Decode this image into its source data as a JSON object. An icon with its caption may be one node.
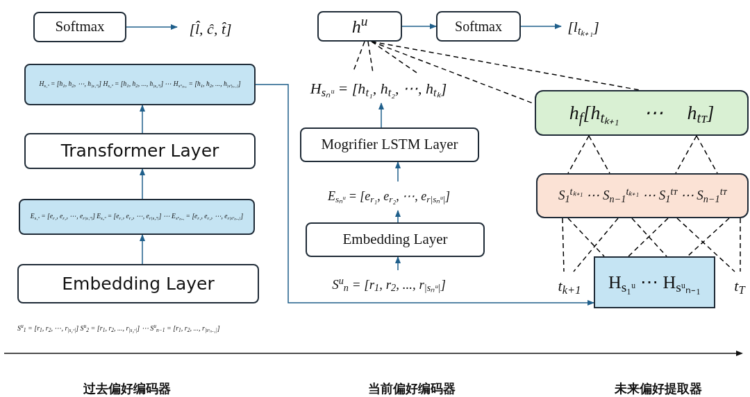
{
  "diagram": {
    "nodes": [
      {
        "text": [
          "Softmax"
        ]
      },
      {
        "text": [
          "[l̂,  ĉ,  t̂]"
        ]
      },
      {
        "text": [
          "H$_{s₁ᵘ}$ = [h$_{1}$, h$_{2}$, ⋯, h$_{|s₁ᵘ|}$] H$_{s₂ᵘ}$ = [h$_{1}$, h$_{2}$, ..., h$_{|s₂ᵘ|}$] ⋯ H$_{sᵘₙ₋₁}$ = [h$_{1}$, h$_{2}$, ..., h$_{|sᵘₙ₋₁|}$]"
        ]
      },
      {
        "text": [
          "Transformer Layer"
        ]
      },
      {
        "text": [
          "E$_{s₁ᵘ}$ = [e$_{r₁}$, e$_{r₂}$, ⋯, e$_{r|s₁ᵘ|}$] E$_{s₂ᵘ}$ = [e$_{r₁}$, e$_{r₂}$, ⋯, e$_{r|s₂ᵘ|}$] ⋯ E$_{sᵘₙ₋₁}$ = [e$_{r₁}$, e$_{r₂}$, ⋯, e$_{r|sᵘₙ₋₁|}$]"
        ]
      },
      {
        "text": [
          "Embedding Layer"
        ]
      },
      {
        "text": [
          "h$^{u}$"
        ]
      },
      {
        "text": [
          "Softmax"
        ]
      },
      {
        "text": [
          "[l$_{tₖ₊₁}$]"
        ]
      },
      {
        "text": [
          "H$_{sₙᵘ}$ = [h$_{t₁}$, h$_{t₂}$, ⋯, h$_{tₖ}$]"
        ]
      },
      {
        "text": [
          "Mogrifier LSTM Layer"
        ]
      },
      {
        "text": [
          "E$_{sₙᵘ}$ = [e$_{r₁}$, e$_{r₂}$, ⋯, e$_{r|sₙᵘ|}$]"
        ]
      },
      {
        "text": [
          "Embedding Layer"
        ]
      },
      {
        "text": [
          "S$^{u}$$_{n}$ = [r$_{1}$, r$_{2}$, ..., r$_{|sₙᵘ|}$]"
        ]
      },
      {
        "text": [
          "h$_{f}$[h$_{tₖ₊₁}$ ⋯ h$_{tᴛ}$]"
        ]
      },
      {
        "text": [
          "S$_{1}$$^{tₖ₊₁}$ ⋯ S$_{n−1}$$^{tₖ₊₁}$ ⋯ S$_{1}$$^{tᴛ}$ ⋯ S$_{n−1}$$^{tᴛ}$"
        ]
      },
      {
        "text": [
          "H$_{s₁ᵘ}$ ⋯ H$_{sᵘₙ₋₁}$"
        ]
      },
      {
        "text": [
          "t$_{k+1}$"
        ]
      },
      {
        "text": [
          "t$_{T}$"
        ]
      }
    ],
    "edges": [
      {
        "from": 0,
        "to": 1,
        "arrow": "to",
        "color": "#1f5f8b"
      },
      {
        "from": 3,
        "to": 2,
        "arrow": "to",
        "color": "#1f5f8b"
      },
      {
        "from": 4,
        "to": 3,
        "arrow": "to",
        "color": "#1f5f8b"
      },
      {
        "from": 5,
        "to": 4,
        "arrow": "to",
        "color": "#1f5f8b"
      },
      {
        "from": 6,
        "to": 7,
        "arrow": "to",
        "color": "#1f5f8b"
      },
      {
        "from": 7,
        "to": 8,
        "arrow": "to",
        "color": "#1f5f8b"
      },
      {
        "from": 10,
        "to": 9,
        "arrow": "to",
        "color": "#1f5f8b"
      },
      {
        "from": 11,
        "to": 10,
        "arrow": "to",
        "color": "#1f5f8b"
      },
      {
        "from": 12,
        "to": 11,
        "arrow": "to",
        "color": "#1f5f8b"
      },
      {
        "from": 13,
        "to": 12,
        "arrow": "to",
        "color": "#1f5f8b"
      },
      {
        "from": 2,
        "to": 16,
        "arrow": "to",
        "color": "#1f5f8b"
      },
      {
        "from": 6,
        "to": 9,
        "arrow": "none",
        "style": "dashed"
      },
      {
        "from": 6,
        "to": 9,
        "arrow": "none",
        "style": "dashed"
      },
      {
        "from": 6,
        "to": 9,
        "arrow": "none",
        "style": "dashed"
      },
      {
        "from": 6,
        "to": 14,
        "arrow": "none",
        "style": "dashed"
      },
      {
        "from": 6,
        "to": 14,
        "arrow": "none",
        "style": "dashed"
      },
      {
        "from": 14,
        "to": 15,
        "arrow": "none",
        "style": "dashed"
      },
      {
        "from": 14,
        "to": 15,
        "arrow": "none",
        "style": "dashed"
      },
      {
        "from": 14,
        "to": 15,
        "arrow": "none",
        "style": "dashed"
      },
      {
        "from": 14,
        "to": 15,
        "arrow": "none",
        "style": "dashed"
      },
      {
        "from": 15,
        "to": 17,
        "arrow": "none",
        "style": "dashed"
      },
      {
        "from": 15,
        "to": 16,
        "arrow": "none",
        "style": "dashed"
      },
      {
        "from": 15,
        "to": 17,
        "arrow": "none",
        "style": "dashed"
      },
      {
        "from": 15,
        "to": 16,
        "arrow": "none",
        "style": "dashed"
      },
      {
        "from": 15,
        "to": 16,
        "arrow": "none",
        "style": "dashed"
      },
      {
        "from": 15,
        "to": 18,
        "arrow": "none",
        "style": "dashed"
      },
      {
        "from": 15,
        "to": 16,
        "arrow": "none",
        "style": "dashed"
      },
      {
        "from": 15,
        "to": 18,
        "arrow": "none",
        "style": "dashed"
      }
    ],
    "labels": [
      "S$^{u}$$_{1}$ = [r$_{1}$, r$_{2}$, ⋯, r$_{|s₁ᵘ|}$] S$^{u}$$_{2}$ = [r$_{1}$, r$_{2}$, ..., r$_{|s₂ᵘ|}$] ⋯ S$^{u}$$_{n−1}$ = [r$_{1}$, r$_{2}$, ..., r$_{|sᵘₙ₋₁|}$]",
      "过去偏好编码器",
      "当前偏好编码器",
      "未来偏好提取器"
    ]
  }
}
